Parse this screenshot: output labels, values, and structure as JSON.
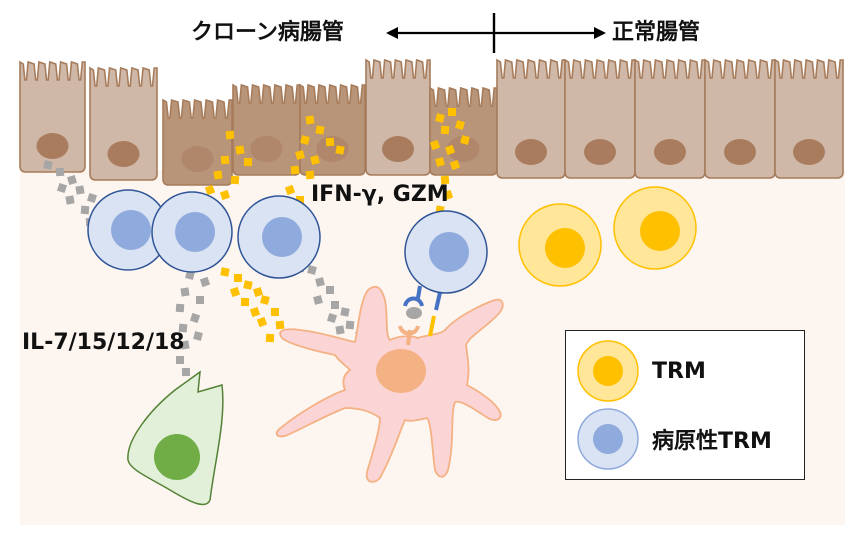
{
  "header": {
    "left_label": "クローン病腸管",
    "right_label": "正常腸管",
    "arrow": "double-arrow-with-divider"
  },
  "labels": {
    "effector_cytokines": "IFN-γ, GZM",
    "inducing_cytokines": "IL-7/15/12/18"
  },
  "legend": {
    "items": [
      {
        "label": "TRM",
        "cell": "trm",
        "fill": "#ffe699",
        "nucleus": "#ffc000",
        "stroke": "#ffc000"
      },
      {
        "label": "病原性TRM",
        "cell": "pathogenic-trm",
        "fill": "#dae3f3",
        "nucleus": "#8faadc",
        "stroke": "#8faadc"
      }
    ]
  },
  "colors": {
    "background": "#fdf5f0",
    "epithelium_normal": "#d0b8a8",
    "epithelium_inflamed": "#b89478",
    "epithelium_stroke": "#a67c5b",
    "epithelium_nucleus": "#a97c5e",
    "pathogenic_trm_fill": "#dae3f3",
    "pathogenic_trm_nucleus": "#8faadc",
    "pathogenic_trm_stroke": "#2f5597",
    "trm_fill": "#ffe699",
    "trm_nucleus": "#ffc000",
    "dendritic_fill": "#fbd5d5",
    "dendritic_stroke": "#f4b183",
    "dendritic_nucleus": "#f4b183",
    "stromal_fill": "#e2f0d9",
    "stromal_nucleus": "#70ad47",
    "stromal_stroke": "#548235",
    "effector_particle": "#ffc000",
    "inducer_particle": "#a6a6a6"
  },
  "epithelium": [
    {
      "state": "normal"
    },
    {
      "state": "normal"
    },
    {
      "state": "inflamed"
    },
    {
      "state": "inflamed"
    },
    {
      "state": "inflamed"
    },
    {
      "state": "normal"
    },
    {
      "state": "inflamed"
    },
    {
      "state": "normal"
    },
    {
      "state": "normal"
    },
    {
      "state": "normal"
    },
    {
      "state": "normal"
    },
    {
      "state": "normal"
    }
  ],
  "cells": {
    "pathogenic_trm_count": 4,
    "trm_count": 2,
    "dendritic_cell": "antigen-presenting-cell",
    "stromal_cell": "stromal-cell"
  }
}
